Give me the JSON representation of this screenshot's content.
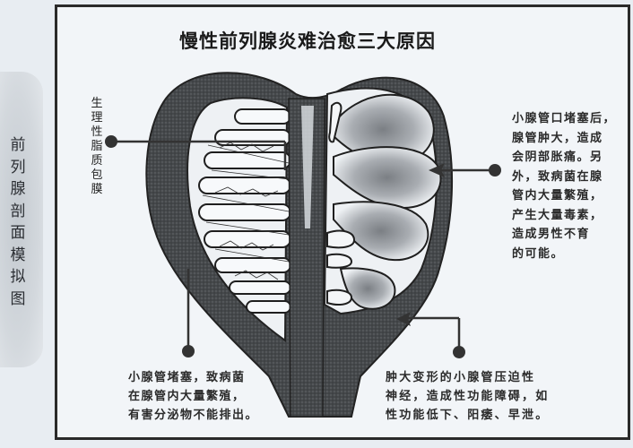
{
  "side_tab": {
    "label": "前列腺剖面模拟图"
  },
  "header": {
    "title": "慢性前列腺炎难治愈三大原因"
  },
  "diagram": {
    "subject": "prostate-cross-section",
    "callouts": [
      {
        "id": "capsule",
        "label": "生理性脂质包膜",
        "marker": "circle-dot",
        "side": "left"
      },
      {
        "id": "swollen-ducts",
        "text": "小腺管口堵塞后，\n腺管肿大，造成\n会阴部胀痛。另\n外，致病菌在腺\n管内大量繁殖，\n产生大量毒素，\n造成男性不育\n的可能。",
        "marker": "arrow",
        "side": "right"
      },
      {
        "id": "blocked-ducts",
        "text": "小腺管堵塞，致病菌\n在腺管内大量繁殖，\n有害分泌物不能排出。",
        "marker": "circle-dot",
        "side": "bottom-left"
      },
      {
        "id": "nerve-compression",
        "text": "肿大变形的小腺管压迫性\n神经，造成性功能障碍，如\n性功能低下、阳痿、早泄。",
        "marker": "arrow",
        "side": "bottom-right"
      }
    ]
  },
  "colors": {
    "background": "#e8edf2",
    "frame_border": "#2a2a2a",
    "tissue_dark": "#3f4245",
    "tissue_mid": "#8d9196",
    "duct_fill": "#f4f6f8",
    "swollen_fill": "#9a9ea3"
  }
}
